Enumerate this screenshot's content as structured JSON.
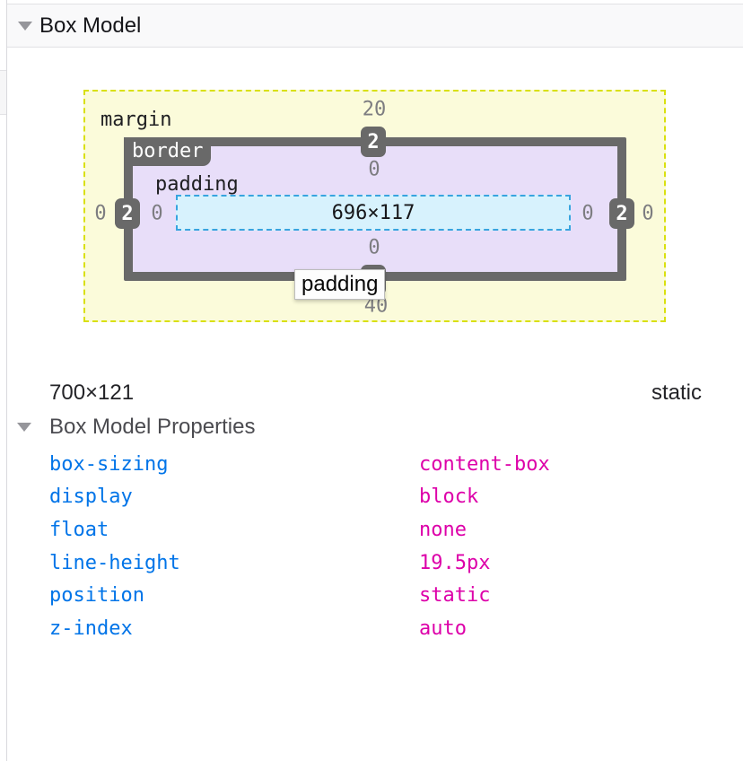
{
  "header": {
    "title": "Box Model"
  },
  "diagram": {
    "margin_label": "margin",
    "border_label": "border",
    "padding_label": "padding",
    "content_size": "696×117",
    "values": {
      "margin_top": "20",
      "margin_bottom": "40",
      "margin_left": "0",
      "margin_right": "0",
      "border_top": "2",
      "border_bottom": "2",
      "border_left": "2",
      "border_right": "2",
      "padding_top": "0",
      "padding_bottom": "0",
      "padding_left": "0",
      "padding_right": "0"
    },
    "tooltip": "padding"
  },
  "summary": {
    "size": "700×121",
    "position": "static"
  },
  "properties_section": {
    "title": "Box Model Properties",
    "properties": [
      {
        "name": "box-sizing",
        "value": "content-box"
      },
      {
        "name": "display",
        "value": "block"
      },
      {
        "name": "float",
        "value": "none"
      },
      {
        "name": "line-height",
        "value": "19.5px"
      },
      {
        "name": "position",
        "value": "static"
      },
      {
        "name": "z-index",
        "value": "auto"
      }
    ]
  },
  "colors": {
    "margin_fill": "#fbfbda",
    "margin_stroke": "#d9e00f",
    "border_color": "#696969",
    "padding_fill": "#e8def9",
    "content_fill": "#d7f2fd",
    "content_stroke": "#38a4df",
    "property_name": "#0074e8",
    "property_value": "#dd00a9"
  }
}
